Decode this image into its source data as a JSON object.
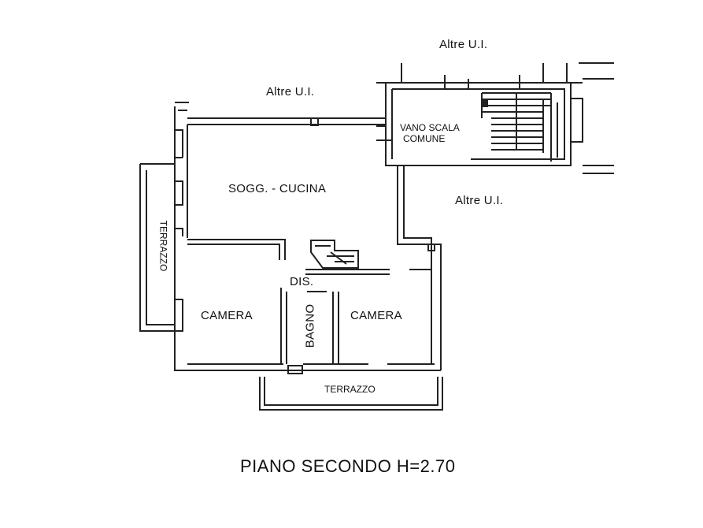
{
  "labels": {
    "altre_top": "Altre U.I.",
    "altre_left": "Altre U.I.",
    "altre_right": "Altre U.I.",
    "vano_scala_1": "VANO SCALA",
    "vano_scala_2": "COMUNE",
    "soggiorno": "SOGG. - CUCINA",
    "dis": "DIS.",
    "camera_left": "CAMERA",
    "camera_right": "CAMERA",
    "bagno": "BAGNO",
    "terrazzo_left": "TERRAZZO",
    "terrazzo_bottom": "TERRAZZO"
  },
  "title": "PIANO SECONDO  H=2.70"
}
